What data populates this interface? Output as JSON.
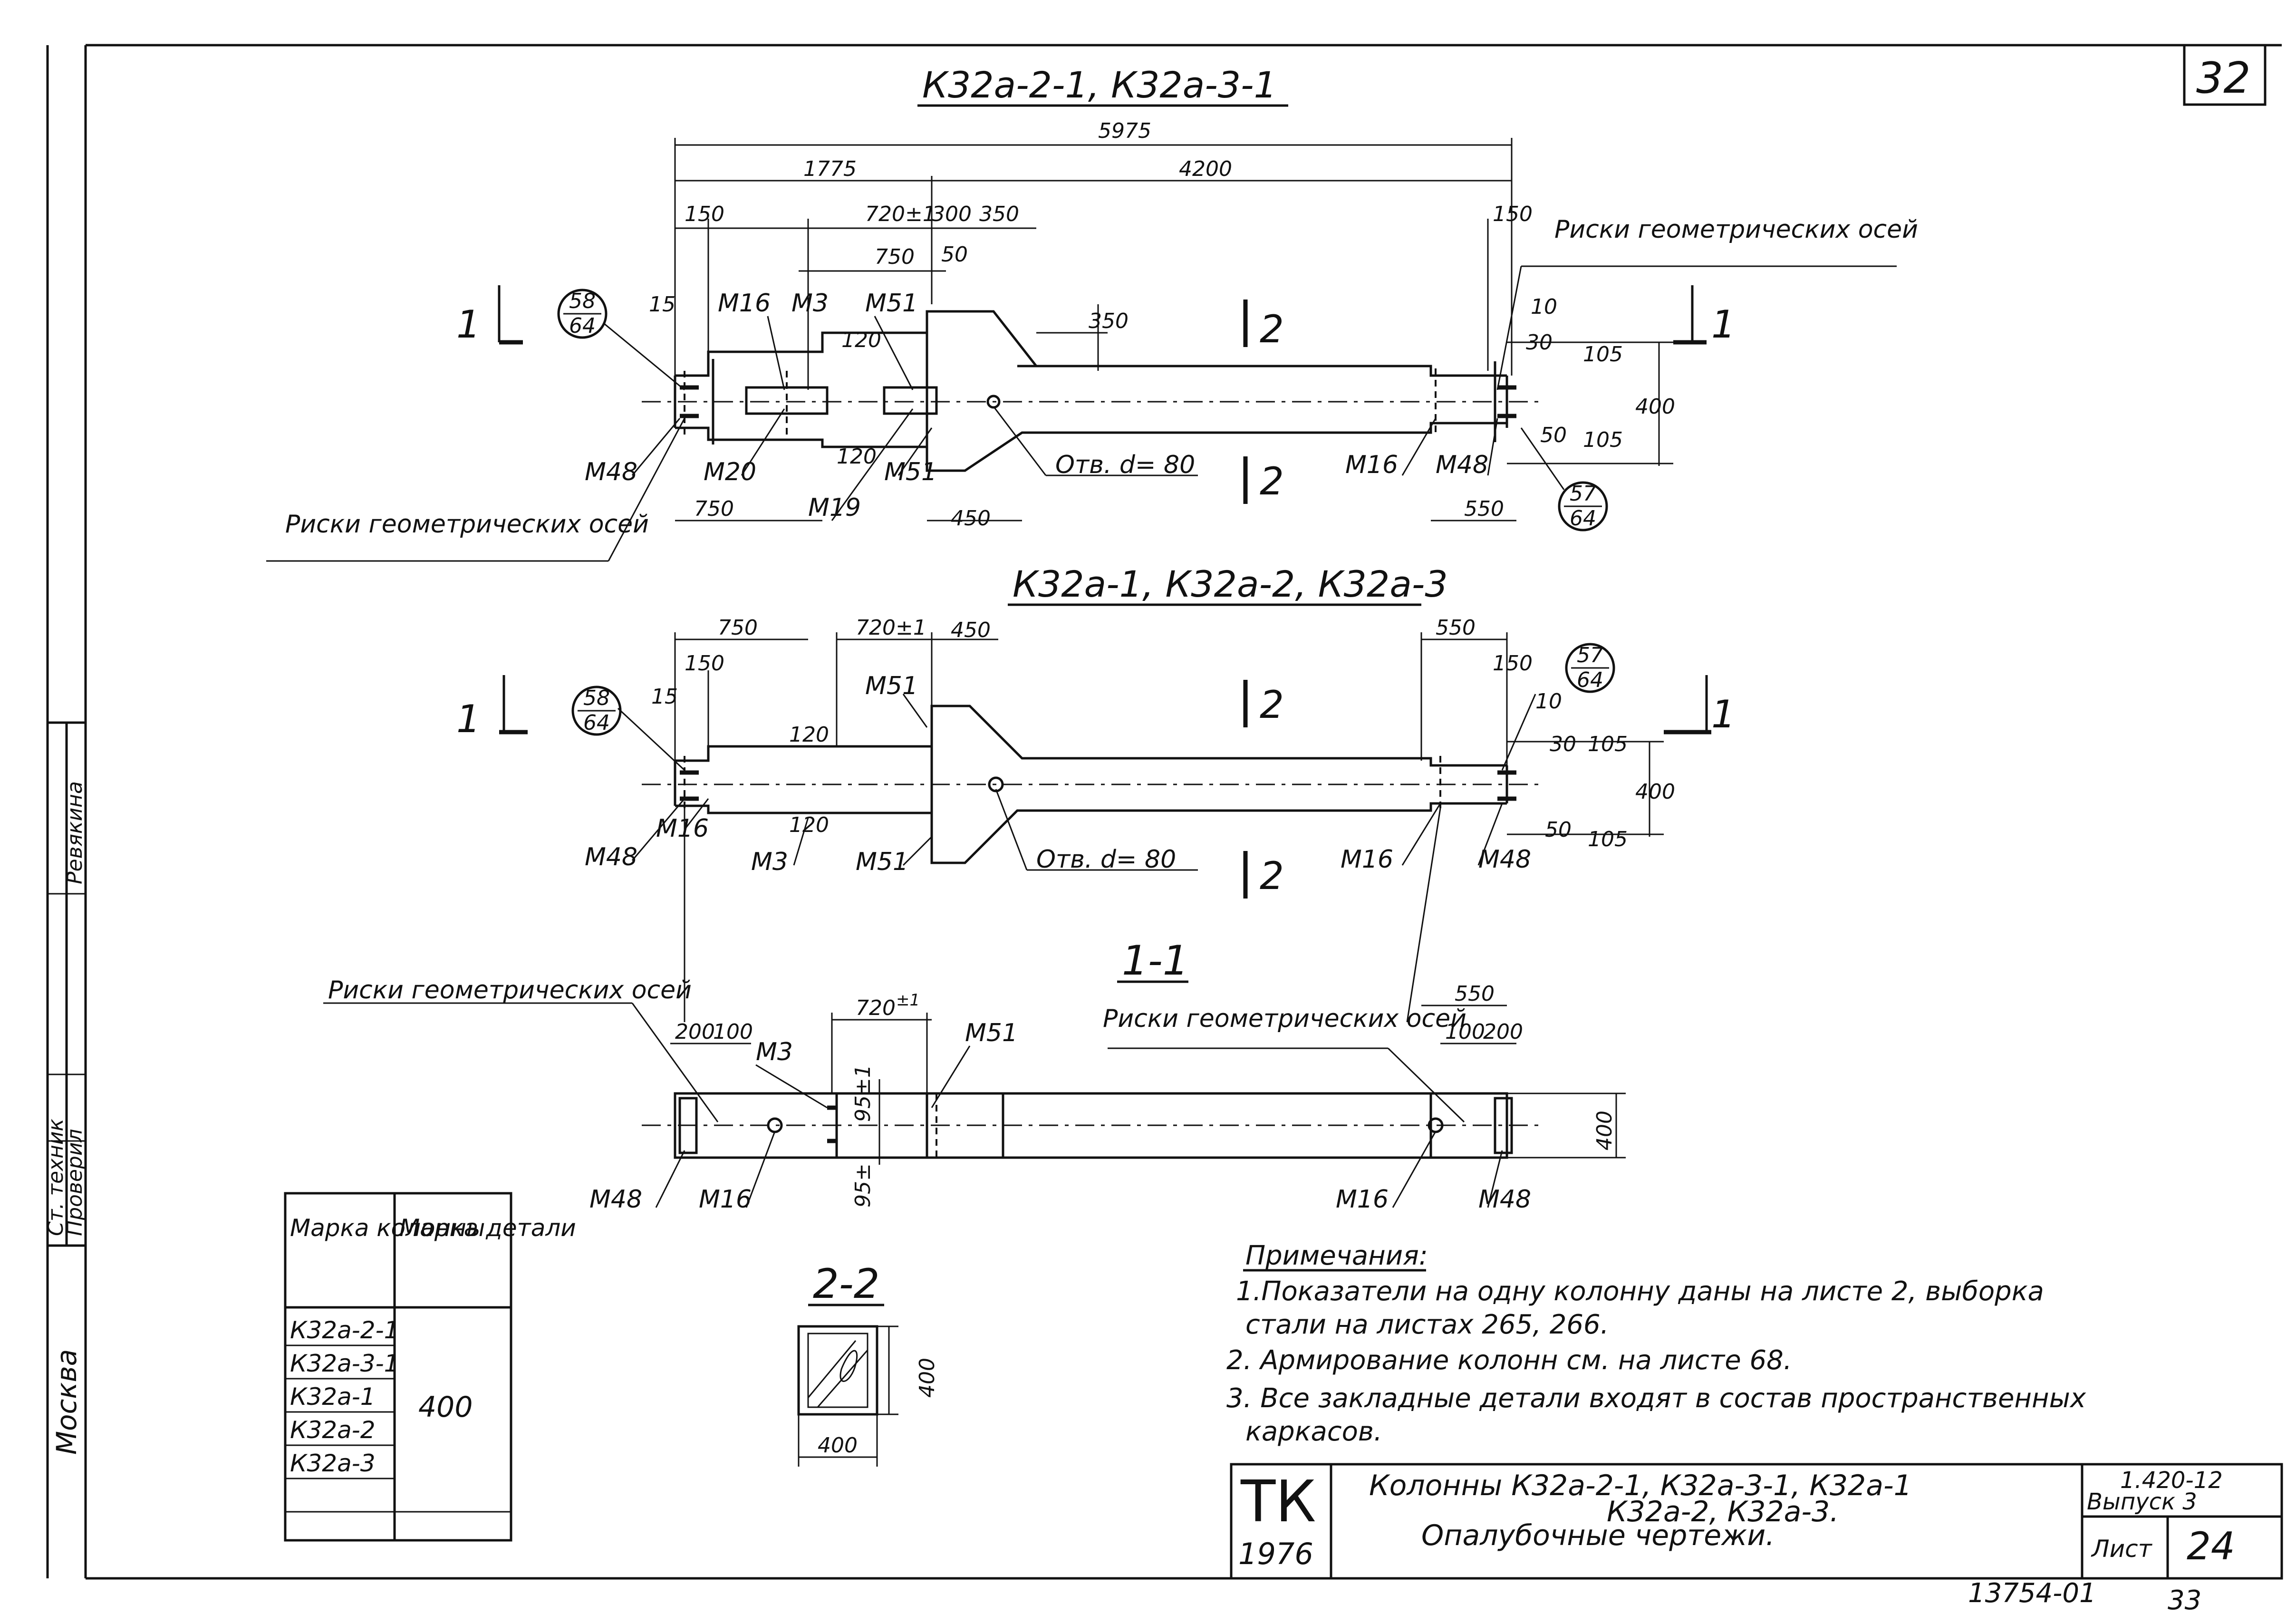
{
  "sheet": {
    "number": "32",
    "footer_code": "13754-01",
    "footer_page": "33"
  },
  "view1": {
    "title": "К32а-2-1, К32а-3-1",
    "dims": {
      "total": "5975",
      "left_part": "1775",
      "right_part": "4200",
      "d150_left": "150",
      "d720": "720±1",
      "d300": "300",
      "d350": "350",
      "d750_top": "750",
      "d50_top": "50",
      "d15": "15",
      "d120_top": "120",
      "d350_v": "350",
      "d150_right": "150",
      "d10": "10",
      "d30_top": "30",
      "d105_top": "105",
      "d400": "400",
      "d50_bottom": "50",
      "d105_bottom": "105",
      "d120_bottom": "120",
      "d750_bottom": "750",
      "d450": "450",
      "d550": "550"
    },
    "marks": {
      "m16_top": "М16",
      "m3": "М3",
      "m51_top": "М51",
      "m48_left": "М48",
      "m20": "М20",
      "m19": "М19",
      "m51_bottom": "М51",
      "hole": "Отв. d= 80",
      "m16_right": "М16",
      "m48_right": "М48"
    },
    "callout_left": {
      "top": "58",
      "bottom": "64"
    },
    "callout_right": {
      "top": "57",
      "bottom": "64"
    },
    "risk_top": "Риски геометрических осей",
    "risk_bottom": "Риски геометрических осей",
    "section1": "1",
    "section2": "2"
  },
  "view2": {
    "title": "К32а-1, К32а-2, К32а-3",
    "dims": {
      "d750": "750",
      "d720": "720±1",
      "d450": "450",
      "d150_left": "150",
      "d15": "15",
      "d120_top": "120",
      "d120_bottom": "120",
      "d550": "550",
      "d150_right": "150",
      "d10": "10",
      "d30": "30",
      "d105_top": "105",
      "d400": "400",
      "d50": "50",
      "d105_bottom": "105"
    },
    "marks": {
      "m51_top": "М51",
      "m48_left": "М48",
      "m16_left": "М16",
      "m3": "М3",
      "m51_bottom": "М51",
      "hole": "Отв. d= 80",
      "m16_right": "М16",
      "m48_right": "М48"
    },
    "callout_left": {
      "top": "58",
      "bottom": "64"
    },
    "callout_right": {
      "top": "57",
      "bottom": "64"
    },
    "section1": "1",
    "section2": "2"
  },
  "view3": {
    "title": "1-1",
    "risk_left": "Риски геометрических осей",
    "risk_right": "Риски геометрических осей",
    "dims": {
      "d200_left": "200",
      "d100_left": "100",
      "d720": "720",
      "d720_sup": "±1",
      "d95_top": "95±1",
      "d95_bottom": "95±",
      "d550": "550",
      "d100_right": "100",
      "d200_right": "200",
      "d400": "400"
    },
    "marks": {
      "m3": "М3",
      "m51": "М51",
      "m48_left": "М48",
      "m16_left": "М16",
      "m16_right": "М16",
      "m48_right": "М48"
    }
  },
  "section22": {
    "title": "2-2",
    "d400_v": "400",
    "d400_h": "400"
  },
  "marks_table": {
    "headers": [
      "Марка колонны",
      "Марка детали"
    ],
    "col1_rows": [
      "К32а-2-1",
      "К32а-3-1",
      "К32а-1",
      "К32а-2",
      "К32а-3"
    ],
    "col2_value": "400"
  },
  "notes": {
    "heading": "Примечания:",
    "lines": [
      "1.Показатели на одну колонну даны на листе 2, выборка",
      "стали на листах 265, 266.",
      "2. Армирование колонн см. на листе 68.",
      "3. Все закладные детали входят в состав пространственных",
      "каркасов."
    ]
  },
  "title_block": {
    "org": "ТК",
    "year": "1976",
    "name_line1": "Колонны К32а-2-1, К32а-3-1, К32а-1",
    "name_line2": "К32а-2, К32а-3.",
    "name_line3": "Опалубочные чертежи.",
    "series": "1.420-12",
    "issue": "Выпуск 3",
    "sheet_label": "Лист",
    "sheet_no": "24"
  },
  "side_stamp": {
    "role1": "Ст. техник",
    "role2": "Проверил",
    "person": "Ревякина",
    "city": "Москва"
  }
}
